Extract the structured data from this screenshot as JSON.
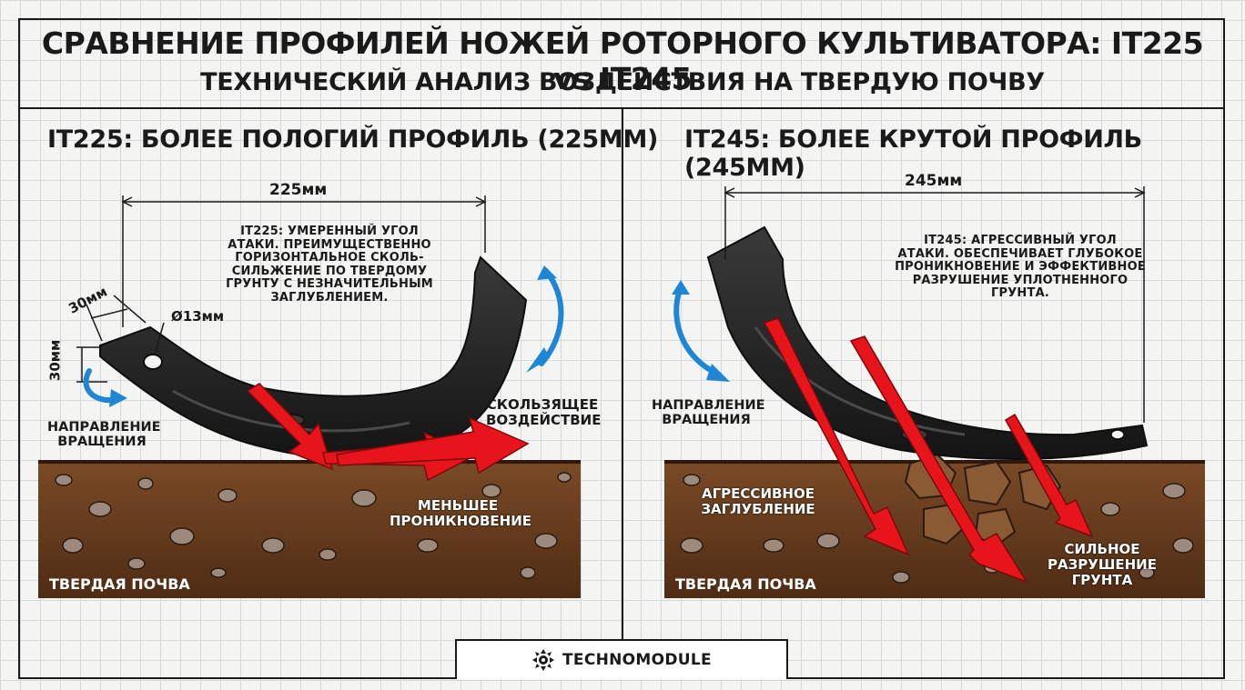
{
  "header": {
    "title": "СРАВНЕНИЕ ПРОФИЛЕЙ НОЖЕЙ РОТОРНОГО КУЛЬТИВАТОРА: IT225 vs IT245",
    "subtitle": "ТЕХНИЧЕСКИЙ АНАЛИЗ ВОЗДЕЙСТВИЯ НА ТВЕРДУЮ ПОЧВУ"
  },
  "left": {
    "title": "IT225: БОЛЕЕ ПОЛОГИЙ ПРОФИЛЬ (225MM)",
    "dim_length": "225мм",
    "dim_width": "30мм",
    "dim_height": "30мм",
    "dim_hole": "Ø13мм",
    "note": [
      "IT225: УМЕРЕННЫЙ УГОЛ",
      "АТАКИ. ПРЕИМУЩЕСТВЕННО",
      "ГОРИЗОНТАЛЬНОЕ СКОЛЬ-",
      "СИЛЬЖЕНИЕ ПО ТВЕРДОМУ",
      "ГРУНТУ С НЕЗНАЧИТЕЛЬНЫМ",
      "ЗАГЛУБЛЕНИЕМ."
    ],
    "rotation": [
      "НАПРАВЛЕНИЕ",
      "ВРАЩЕНИЯ"
    ],
    "effect": [
      "СКОЛЬЗЯЩЕЕ",
      "ВОЗДЕЙСТВИЕ"
    ],
    "penetration": [
      "МЕНЬШЕЕ",
      "ПРОНИКНОВЕНИЕ"
    ],
    "soil": "ТВЕРДАЯ ПОЧВА"
  },
  "right": {
    "title": "IT245: БОЛЕЕ КРУТОЙ ПРОФИЛЬ (245MM)",
    "dim_length": "245мм",
    "note": [
      "IT245: АГРЕССИВНЫЙ УГОЛ",
      "АТАКИ. ОБЕСПЕЧИВАЕТ ГЛУБОКОЕ",
      "ПРОНИКНОВЕНИЕ И ЭФФЕКТИВНОЕ",
      "РАЗРУШЕНИЕ УПЛОТНЕННОГО",
      "ГРУНТА."
    ],
    "rotation": [
      "НАПРАВЛЕНИЕ",
      "ВРАЩЕНИЯ"
    ],
    "penetration": [
      "АГРЕССИВНОЕ",
      "ЗАГЛУБЛЕНИЕ"
    ],
    "destruction": [
      "СИЛЬНОЕ",
      "РАЗРУШЕНИЕ",
      "ГРУНТА"
    ],
    "soil": "ТВЕРДАЯ ПОЧВА"
  },
  "brand": {
    "name": "TECHNOMODULE"
  },
  "colors": {
    "arrow_red": "#e8141b",
    "rotation_blue": "#1f86d6",
    "soil_brown": "#6b3e1e",
    "blade": "#262626"
  },
  "icons": [
    "rotation-arrow-icon",
    "force-arrow-icon",
    "technomodule-logo-icon"
  ]
}
